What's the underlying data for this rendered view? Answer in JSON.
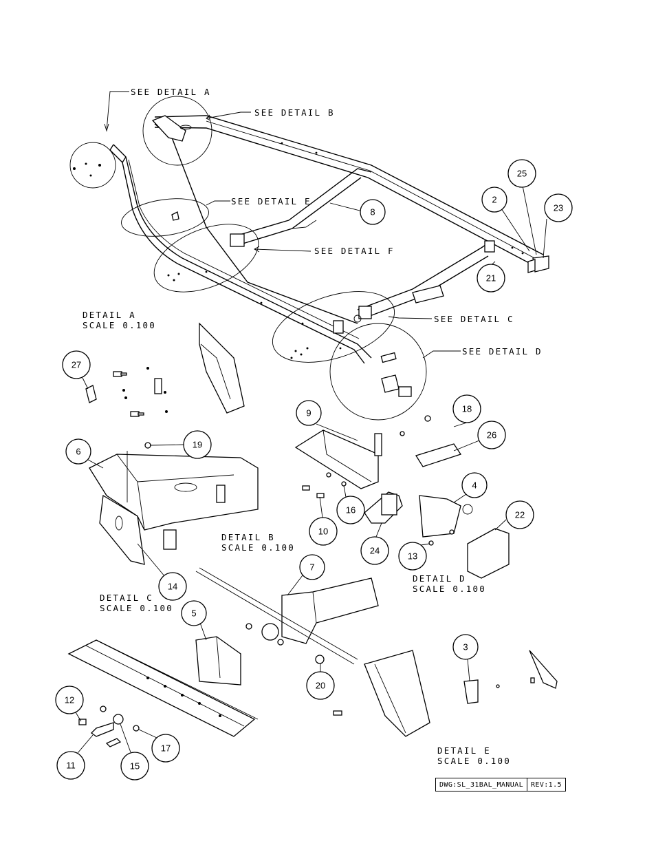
{
  "callouts": {
    "see_detail_a": "SEE DETAIL  A",
    "see_detail_b": "SEE DETAIL  B",
    "see_detail_c": "SEE DETAIL  C",
    "see_detail_d": "SEE DETAIL  D",
    "see_detail_e": "SEE DETAIL  E",
    "see_detail_f": "SEE DETAIL  F"
  },
  "details": {
    "a": {
      "name": "DETAIL  A",
      "scale": "SCALE  0.100"
    },
    "b": {
      "name": "DETAIL  B",
      "scale": "SCALE  0.100"
    },
    "c": {
      "name": "DETAIL  C",
      "scale": "SCALE  0.100"
    },
    "d": {
      "name": "DETAIL  D",
      "scale": "SCALE  0.100"
    },
    "e": {
      "name": "DETAIL  E",
      "scale": "SCALE  0.100"
    }
  },
  "balloons": {
    "b2": "2",
    "b3": "3",
    "b4": "4",
    "b5": "5",
    "b6": "6",
    "b7": "7",
    "b8": "8",
    "b9": "9",
    "b10": "10",
    "b11": "11",
    "b12": "12",
    "b13": "13",
    "b14": "14",
    "b15": "15",
    "b16": "16",
    "b17": "17",
    "b18": "18",
    "b19": "19",
    "b20": "20",
    "b21": "21",
    "b22": "22",
    "b23": "23",
    "b24": "24",
    "b25": "25",
    "b26": "26",
    "b27": "27"
  },
  "title_block": {
    "drawing": "DWG:SL_31BAL_MANUAL",
    "revision": "REV:1.5"
  }
}
